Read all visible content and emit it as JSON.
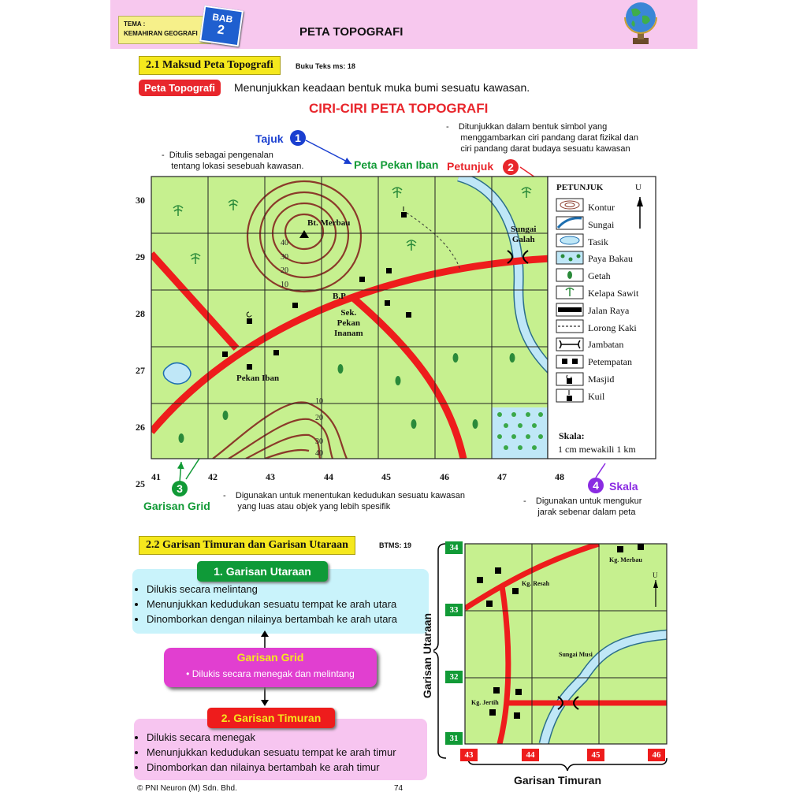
{
  "banner": {
    "tema_label": "TEMA :",
    "tema_value": "KEMAHIRAN GEOGRAFI",
    "bab_label": "BAB",
    "bab_number": "2",
    "title": "PETA TOPOGRAFI"
  },
  "section1": {
    "title": "2.1 Maksud Peta Topografi",
    "ref": "Buku Teks ms: 18",
    "term": "Peta Topografi",
    "definition": "Menunjukkan keadaan bentuk muka bumi sesuatu kawasan.",
    "heading": "CIRI-CIRI PETA TOPOGRAFI"
  },
  "callouts": {
    "tajuk": {
      "label": "Tajuk",
      "number": "1",
      "note_l1": "Ditulis sebagai pengenalan",
      "note_l2": "tentang  lokasi sesebuah  kawasan.",
      "sample_title": "Peta Pekan Iban"
    },
    "petunjuk": {
      "label": "Petunjuk",
      "number": "2",
      "note_l1": "Ditunjukkan dalam bentuk simbol yang",
      "note_l2": "menggambarkan ciri pandang darat fizikal dan",
      "note_l3": "ciri pandang darat budaya sesuatu kawasan"
    },
    "grid": {
      "label": "Garisan Grid",
      "number": "3",
      "note_l1": "Digunakan untuk menentukan kedudukan sesuatu kawasan",
      "note_l2": "yang luas atau objek yang lebih spesifik"
    },
    "skala": {
      "label": "Skala",
      "number": "4",
      "note_l1": "Digunakan untuk mengukur",
      "note_l2": "jarak sebenar dalam peta"
    }
  },
  "map1": {
    "northings": [
      "30",
      "29",
      "28",
      "27",
      "26",
      "25"
    ],
    "eastings": [
      "41",
      "42",
      "43",
      "44",
      "45",
      "46",
      "47",
      "48"
    ],
    "places": {
      "bt_merbau": "Bt. Merbau",
      "sungai_galah_1": "Sungai",
      "sungai_galah_2": "Galah",
      "bp": "B.P",
      "sek_1": "Sek.",
      "sek_2": "Pekan",
      "sek_3": "Inanam",
      "pekan_iban": "Pekan Iban"
    },
    "contours_top": [
      "40",
      "30",
      "20",
      "10"
    ],
    "contours_bottom": [
      "10",
      "20",
      "30",
      "40"
    ],
    "legend": {
      "title": "PETUNJUK",
      "north": "U",
      "items": [
        "Kontur",
        "Sungai",
        "Tasik",
        "Paya Bakau",
        "Getah",
        "Kelapa Sawit",
        "Jalan Raya",
        "Lorong Kaki",
        "Jambatan",
        "Petempatan",
        "Masjid",
        "Kuil"
      ],
      "scale_title": "Skala:",
      "scale_text": "1 cm mewakili 1 km"
    }
  },
  "section2": {
    "title": "2.2 Garisan Timuran dan Garisan Utaraan",
    "ref": "BTMS: 19",
    "utaraan": {
      "title": "1. Garisan Utaraan",
      "bullets": [
        "Dilukis secara melintang",
        "Menunjukkan kedudukan sesuatu tempat ke arah utara",
        "Dinomborkan dengan nilainya bertambah ke arah utara"
      ]
    },
    "grid": {
      "title": "Garisan Grid",
      "bullet": "Dilukis secara menegak dan melintang"
    },
    "timuran": {
      "title": "2. Garisan Timuran",
      "bullets": [
        "Dilukis secara menegak",
        "Menunjukkan kedudukan sesuatu tempat ke arah timur",
        "Dinomborkan dan nilainya bertambah ke arah timur"
      ]
    }
  },
  "map2": {
    "northings": [
      "34",
      "33",
      "32",
      "31"
    ],
    "eastings": [
      "43",
      "44",
      "45",
      "46"
    ],
    "places": {
      "merbau": "Kg. Merbau",
      "resah": "Kg. Resah",
      "musi": "Sungai Musi",
      "jertih": "Kg. Jertih"
    },
    "north": "U",
    "side_label": "Garisan Utaraan",
    "bottom_label": "Garisan Timuran"
  },
  "footer": {
    "copyright": "© PNI Neuron (M) Sdn. Bhd.",
    "page": "74"
  },
  "colors": {
    "map_green": "#c6f08f",
    "road_red": "#ee1c1c",
    "contour_brown": "#8b3a2a",
    "river_blue": "#bfe7f7",
    "banner_pink": "#f7c8ee",
    "section_yellow": "#f5e81d"
  }
}
